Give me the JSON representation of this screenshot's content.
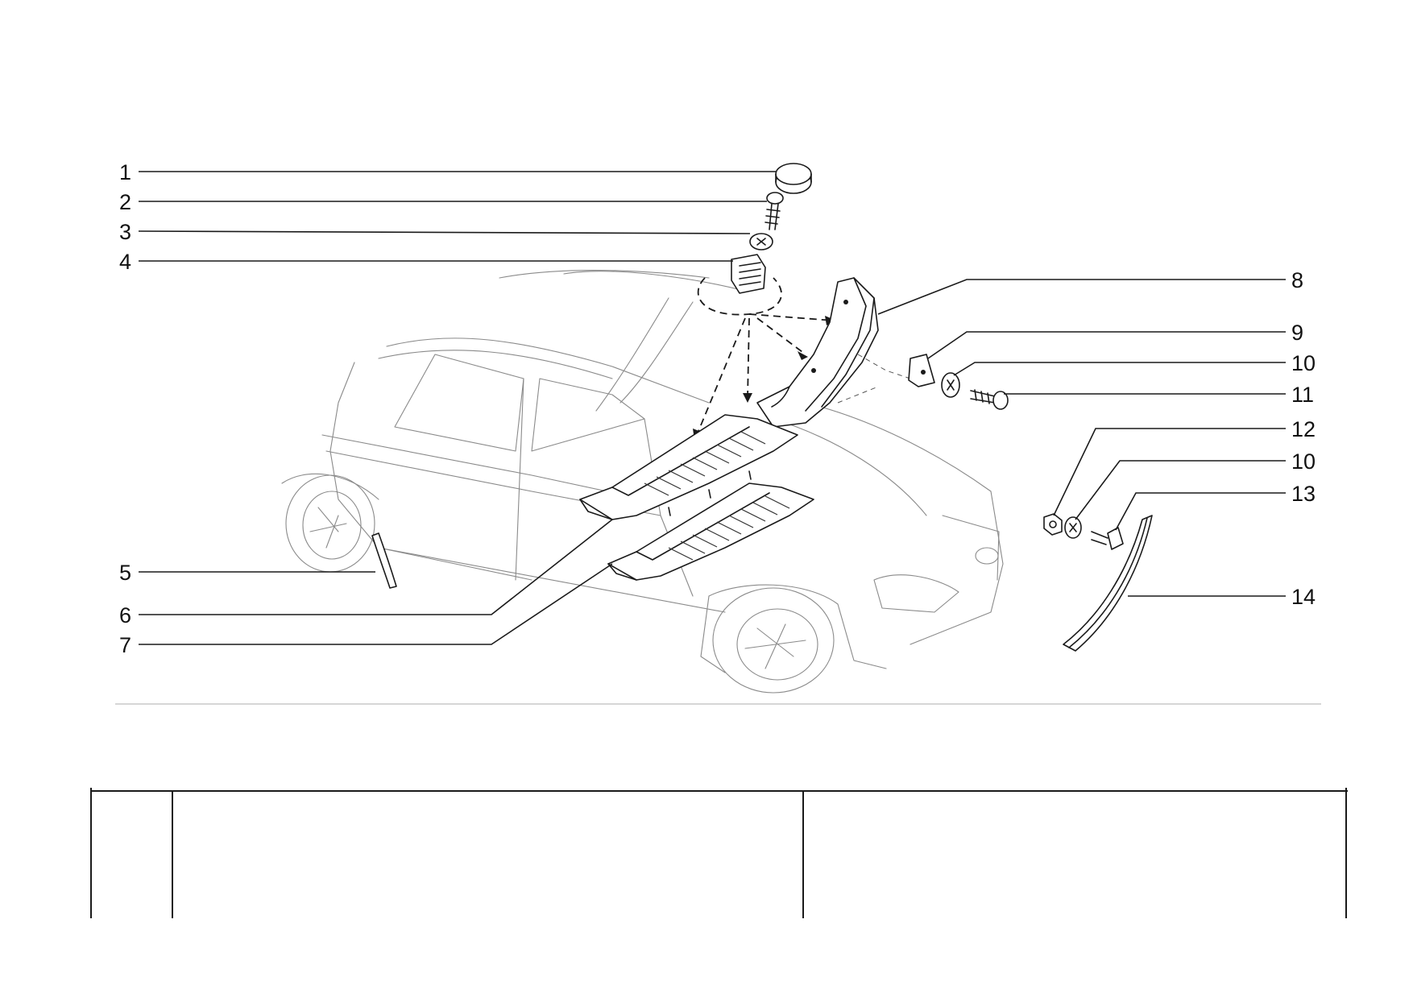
{
  "callouts": [
    {
      "label": "1",
      "side": "left"
    },
    {
      "label": "2",
      "side": "left"
    },
    {
      "label": "3",
      "side": "left"
    },
    {
      "label": "4",
      "side": "left"
    },
    {
      "label": "5",
      "side": "left"
    },
    {
      "label": "6",
      "side": "left"
    },
    {
      "label": "7",
      "side": "left"
    },
    {
      "label": "8",
      "side": "right"
    },
    {
      "label": "9",
      "side": "right"
    },
    {
      "label": "10",
      "side": "right"
    },
    {
      "label": "11",
      "side": "right"
    },
    {
      "label": "12",
      "side": "right"
    },
    {
      "label": "10",
      "side": "right"
    },
    {
      "label": "13",
      "side": "right"
    },
    {
      "label": "14",
      "side": "right"
    }
  ],
  "colors": {
    "ink": "#1a1a1a",
    "ghost": "#8a8a8a",
    "paper": "#ffffff"
  }
}
